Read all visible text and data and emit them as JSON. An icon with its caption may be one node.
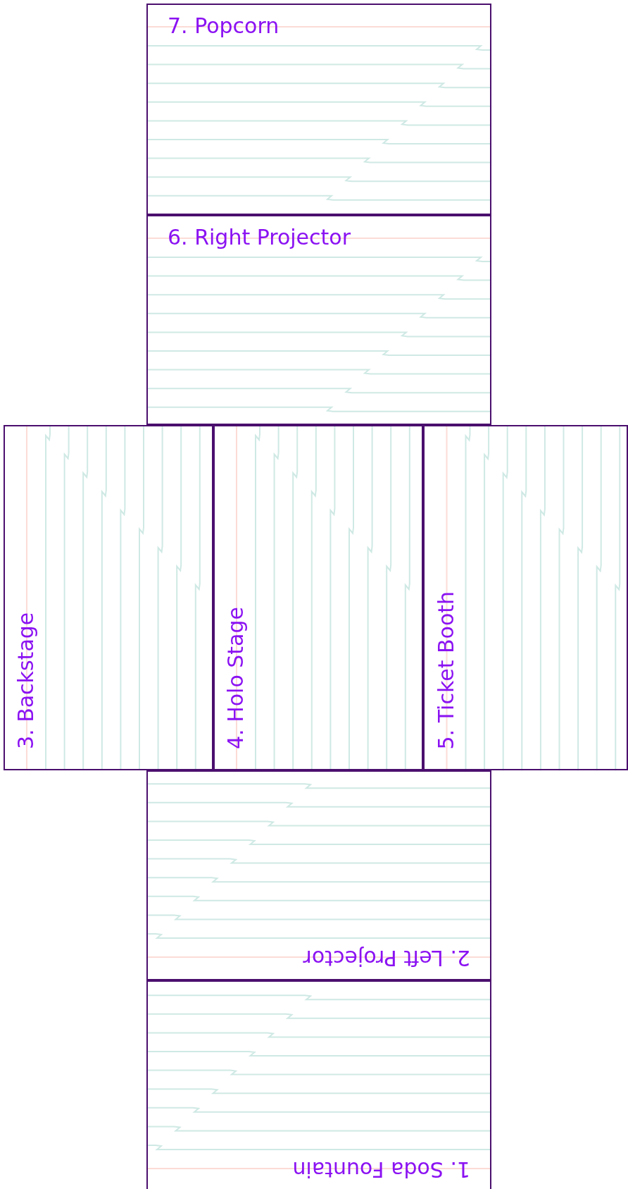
{
  "diagram": {
    "nodes": [
      {
        "text": [
          "7. Popcorn"
        ]
      },
      {
        "text": [
          "6. Right Projector"
        ]
      },
      {
        "text": [
          "3. Backstage"
        ]
      },
      {
        "text": [
          "4. Holo Stage"
        ]
      },
      {
        "text": [
          "5. Ticket Booth"
        ]
      },
      {
        "text": [
          "2. Left Projector"
        ]
      },
      {
        "text": [
          "1. Soda Fountain"
        ]
      }
    ]
  }
}
